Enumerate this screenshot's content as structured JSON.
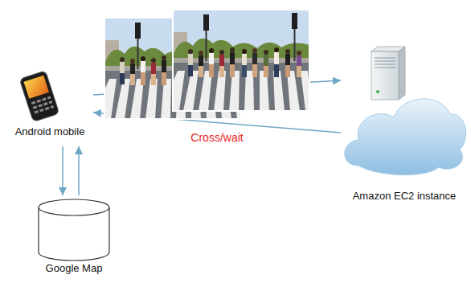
{
  "diagram": {
    "nodes": [
      {
        "text": [
          "Android mobile"
        ]
      },
      {
        "text": [
          "Amazon EC2 instance"
        ]
      },
      {
        "text": [
          "Google Map"
        ]
      }
    ],
    "edges": [
      {
        "from": 0,
        "to": 1,
        "arrow": "to"
      },
      {
        "from": 1,
        "to": 0,
        "label": "Cross/wait",
        "arrow": "to"
      },
      {
        "from": 0,
        "to": 2,
        "arrow": "to"
      },
      {
        "from": 2,
        "to": 0,
        "arrow": "to"
      }
    ]
  }
}
